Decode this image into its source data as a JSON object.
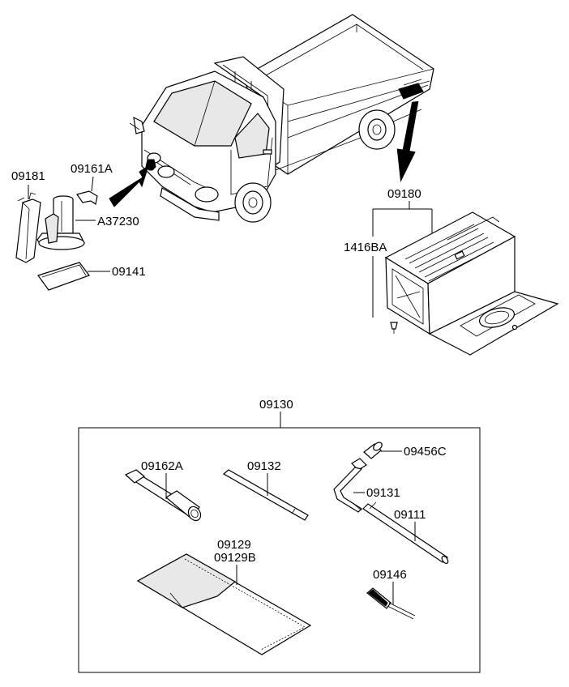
{
  "labels": {
    "jack_handle": "09181",
    "jack_clip": "09161A",
    "jack": "A37230",
    "jack_pad": "09141",
    "tool_box": "09180",
    "box_screw": "1416BA",
    "tool_kit": "09130",
    "socket": "09162A",
    "extension_bar": "09132",
    "adapter": "09456C",
    "lug_wrench": "09131",
    "handle_rod": "09111",
    "tool_bag": "09129",
    "tool_bag_alt": "09129B",
    "screwdriver": "09146"
  }
}
